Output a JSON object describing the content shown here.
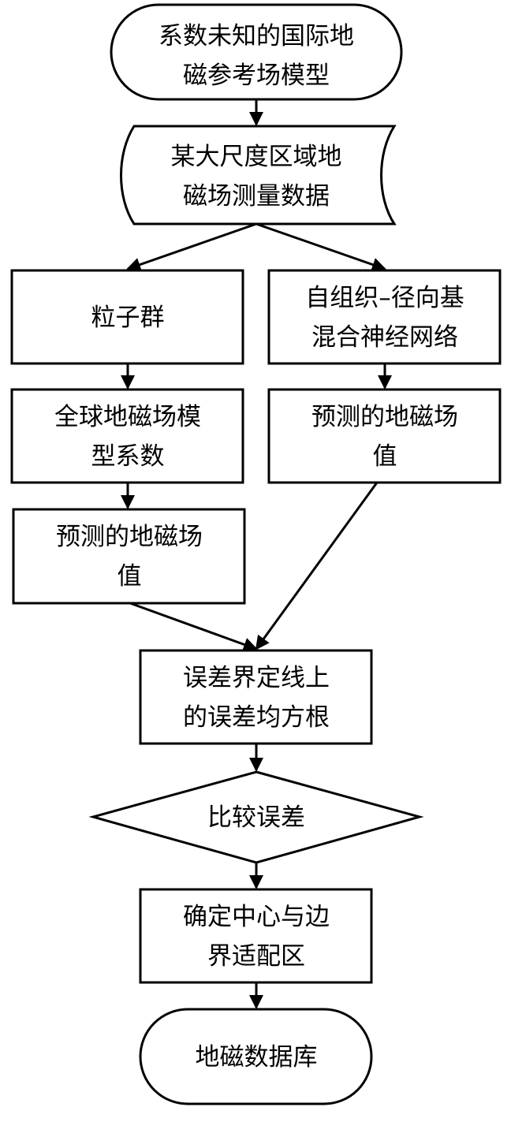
{
  "nodes": {
    "start": {
      "line1": "系数未知的国际地",
      "line2": "磁参考场模型"
    },
    "measurement_data": {
      "line1": "某大尺度区域地",
      "line2": "磁场测量数据"
    },
    "pso": {
      "line1": "粒子群"
    },
    "som_rbf": {
      "line1": "自组织–径向基",
      "line2": "混合神经网络"
    },
    "model_coefficients": {
      "line1": "全球地磁场模",
      "line2": "型系数"
    },
    "predicted_right": {
      "line1": "预测的地磁场",
      "line2": "值"
    },
    "predicted_left": {
      "line1": "预测的地磁场",
      "line2": "值"
    },
    "rmse": {
      "line1": "误差界定线上",
      "line2": "的误差均方根"
    },
    "compare": {
      "line1": "比较误差"
    },
    "determine": {
      "line1": "确定中心与边",
      "line2": "界适配区"
    },
    "database": {
      "line1": "地磁数据库"
    }
  }
}
